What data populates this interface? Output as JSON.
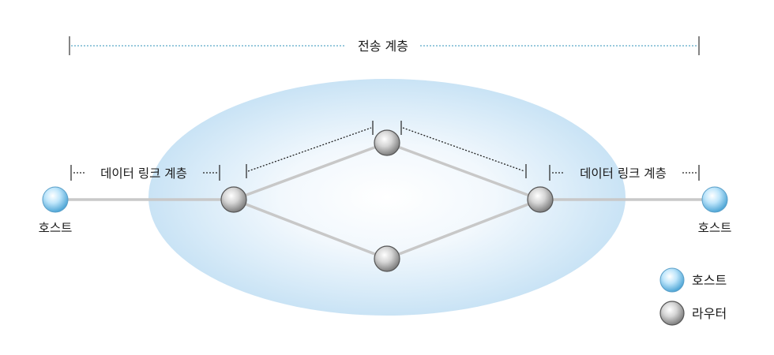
{
  "diagram": {
    "transport_layer_label": "전송 계층",
    "datalink_label_left": "데이터 링크 계층",
    "datalink_label_right": "데이터 링크 계층",
    "host_left_label": "호스트",
    "host_right_label": "호스트"
  },
  "legend": {
    "host_label": "호스트",
    "router_label": "라우터"
  },
  "colors": {
    "host_fill": "#8fd0f2",
    "router_fill": "#c4c4c4",
    "link": "#c8c8c8",
    "transport_dotted": "#5aa9c8",
    "datalink_dotted": "#222222",
    "cloud": "#c9e3f5"
  }
}
